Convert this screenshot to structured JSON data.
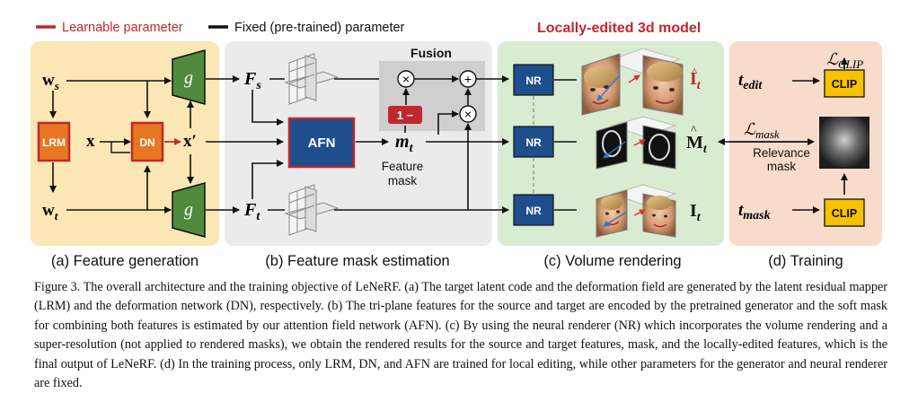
{
  "legend": {
    "learnable": "Learnable parameter",
    "fixed": "Fixed (pre-trained) parameter"
  },
  "title": "Locally-edited 3d model",
  "colors": {
    "learnable": "#c0282d",
    "fixed": "#111111",
    "title_red": "#c0282d",
    "panel_a": "#fbe7b5",
    "panel_b": "#ebebeb",
    "panel_c": "#d9ecd2",
    "panel_d": "#f7dccb",
    "generator_green": "#4f8a3d",
    "orange_block": "#e87722",
    "nr_blue": "#1f4e8c",
    "clip_yellow": "#f5c100",
    "afn_blue": "#1f4e8c"
  },
  "panel_a": {
    "ws": "w",
    "ws_sub": "s",
    "wt": "w",
    "wt_sub": "t",
    "lrm": "LRM",
    "dn": "DN",
    "x": "x",
    "xprime": "x′",
    "g_top": "g",
    "g_bottom": "g",
    "label": "(a) Feature generation"
  },
  "panel_b": {
    "fs": "F",
    "fs_sub": "s",
    "ft": "F",
    "ft_sub": "t",
    "afn": "AFN",
    "fusion": "Fusion",
    "one_minus": "1 −",
    "times_top": "×",
    "plus": "+",
    "times_mid": "×",
    "mt": "m",
    "mt_sub": "t",
    "feature_mask": [
      "Feature",
      "mask"
    ],
    "label": "(b) Feature mask estimation"
  },
  "panel_c": {
    "nr": [
      "NR",
      "NR",
      "NR"
    ],
    "label": "(c) Volume rendering"
  },
  "panel_d": {
    "it_hat": "I",
    "it_hat_sub": "t",
    "mt_hat": "M",
    "mt_hat_sub": "t",
    "it": "I",
    "it_sub": "t",
    "t_edit": "t",
    "t_edit_sub": "edit",
    "t_mask": "t",
    "t_mask_sub": "mask",
    "l_clip": "ℒ",
    "l_clip_sub": "CLIP",
    "l_mask": "ℒ",
    "l_mask_sub": "mask",
    "clip": [
      "CLIP",
      "CLIP"
    ],
    "relevance_mask": [
      "Relevance",
      "mask"
    ],
    "label": "(d) Training"
  },
  "caption": "Figure 3. The overall architecture and the training objective of LeNeRF. (a) The target latent code and the deformation field are generated by the latent residual mapper (LRM) and the deformation network (DN), respectively. (b) The tri-plane features for the source and target are encoded by the pretrained generator and the soft mask for combining both features is estimated by our attention field network (AFN). (c) By using the neural renderer (NR) which incorporates the volume rendering and a super-resolution (not applied to rendered masks), we obtain the rendered results for the source and target features, mask, and the locally-edited features, which is the final output of LeNeRF. (d) In the training process, only LRM, DN, and AFN are trained for local editing, while other parameters for the generator and neural renderer are fixed."
}
